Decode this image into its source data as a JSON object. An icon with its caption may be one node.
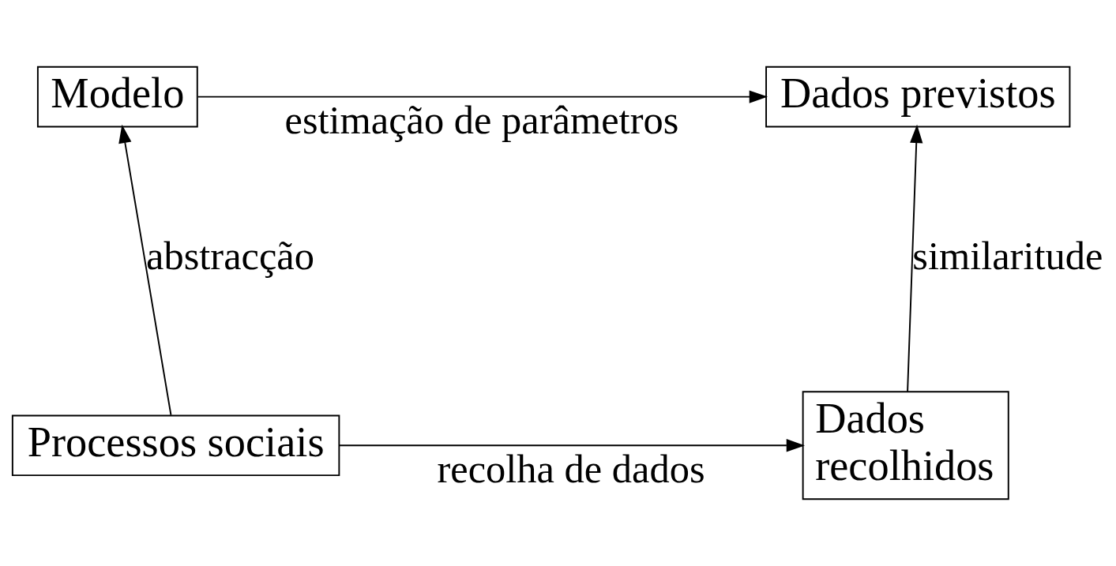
{
  "diagram": {
    "nodes": [
      {
        "text": [
          "Modelo"
        ]
      },
      {
        "text": [
          "Dados previstos"
        ]
      },
      {
        "text": [
          "Processos sociais"
        ]
      },
      {
        "text": [
          "Dados recolhidos"
        ]
      }
    ],
    "edges": [
      {
        "from": 0,
        "to": 1,
        "arrow": "to",
        "label": "estimação de parâmetros"
      },
      {
        "from": 2,
        "to": 0,
        "arrow": "to",
        "label": "abstracção"
      },
      {
        "from": 2,
        "to": 3,
        "arrow": "to",
        "label": "recolha de dados"
      },
      {
        "from": 3,
        "to": 1,
        "arrow": "to",
        "label": "similaritude"
      }
    ]
  }
}
